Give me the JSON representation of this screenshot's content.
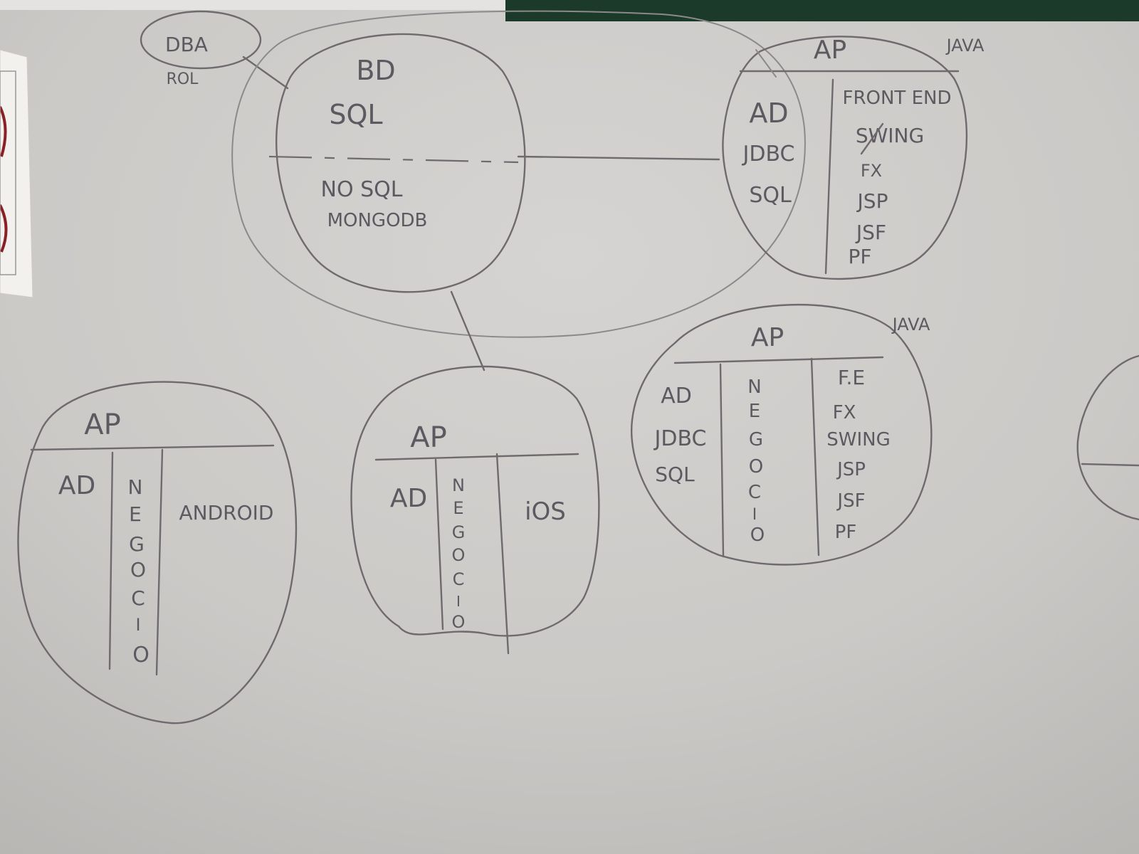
{
  "diagram": {
    "role_bubble": {
      "line1": "DBA",
      "line2": "ROL"
    },
    "db_bubble": {
      "top_line1": "BD",
      "top_line2": "SQL",
      "bottom_line1": "NO SQL",
      "bottom_line2": "MONGODB"
    },
    "ap_top_right": {
      "title": "AP",
      "lang": "JAVA",
      "left": [
        "AD",
        "JDBC",
        "SQL"
      ],
      "right_heading": "FRONT END",
      "right_items": [
        "SWING",
        "FX",
        "JSP",
        "JSF",
        "PF"
      ]
    },
    "ap_mid_right": {
      "title": "AP",
      "lang": "JAVA",
      "left": [
        "AD",
        "JDBC",
        "SQL"
      ],
      "middle": [
        "N",
        "E",
        "G",
        "O",
        "C",
        "I",
        "O"
      ],
      "right": [
        "F.E",
        "FX",
        "SWING",
        "JSP",
        "JSF",
        "PF"
      ]
    },
    "ap_android": {
      "title": "AP",
      "left": "AD",
      "middle": [
        "N",
        "E",
        "G",
        "O",
        "C",
        "I",
        "O"
      ],
      "right": "ANDROID"
    },
    "ap_ios": {
      "title": "AP",
      "left": "AD",
      "middle": [
        "N",
        "E",
        "G",
        "O",
        "C",
        "I",
        "O"
      ],
      "right": "iOS"
    }
  }
}
